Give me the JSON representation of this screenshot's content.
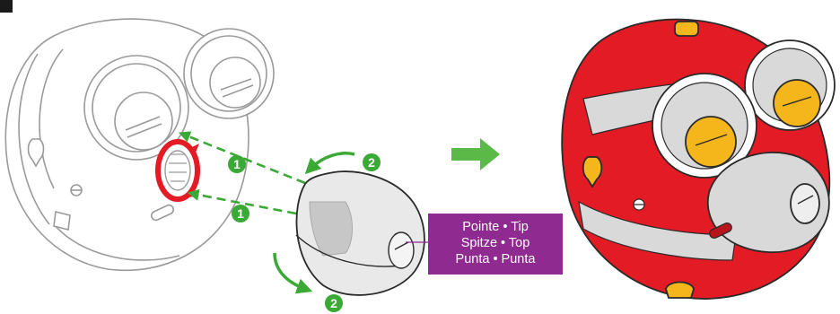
{
  "steps": {
    "one": "1",
    "two": "2"
  },
  "tip_label": {
    "line1": "Pointe • Tip",
    "line2": "Spitze • Top",
    "line3": "Punta • Punta"
  },
  "colors": {
    "step_badge": "#3aa935",
    "result_arrow": "#5ab947",
    "housing_red": "#e31b24",
    "knob_yellow": "#f5b61b",
    "label_purple": "#8e2a90",
    "outline_gray": "#9a9a9a"
  }
}
